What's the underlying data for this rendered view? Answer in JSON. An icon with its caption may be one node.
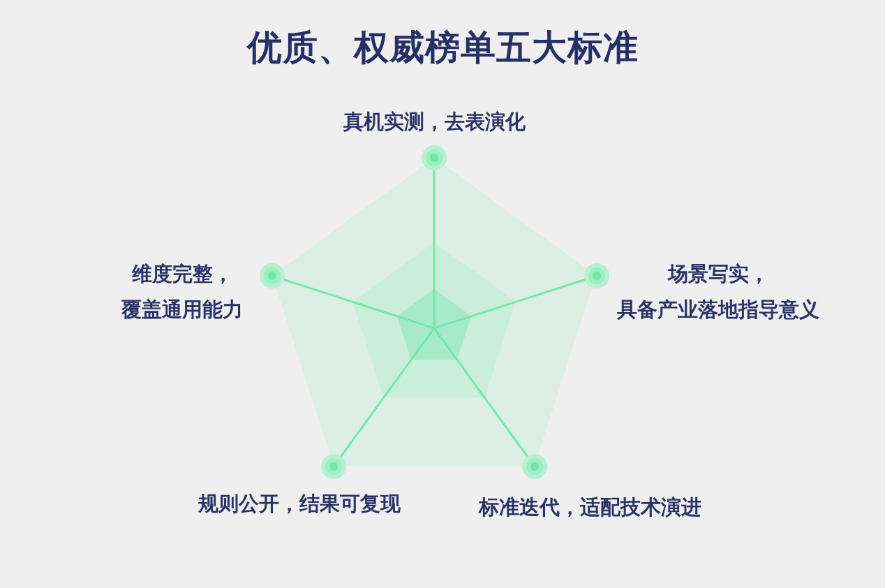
{
  "diagram": {
    "title": "优质、权威榜单五大标准",
    "nodes": [
      {
        "text": [],
        "shape": "circle",
        "beside": [
          "真机实测，去表演化"
        ]
      },
      {
        "text": [],
        "shape": "circle",
        "beside": [
          "维度完整，覆盖通用能力"
        ]
      },
      {
        "text": [],
        "shape": "circle",
        "beside": [
          "场景写实，具备产业落地指导意义"
        ]
      },
      {
        "text": [],
        "shape": "circle",
        "beside": [
          "规则公开，结果可复现"
        ]
      },
      {
        "text": [],
        "shape": "circle",
        "beside": [
          "标准迭代，适配技术演进"
        ]
      }
    ],
    "edges": [
      {
        "from": null,
        "to": 0,
        "arrow": "none"
      },
      {
        "from": null,
        "to": 1,
        "arrow": "none"
      },
      {
        "from": null,
        "to": 2,
        "arrow": "none"
      },
      {
        "from": null,
        "to": 3,
        "arrow": "none"
      },
      {
        "from": null,
        "to": 4,
        "arrow": "none"
      }
    ]
  }
}
